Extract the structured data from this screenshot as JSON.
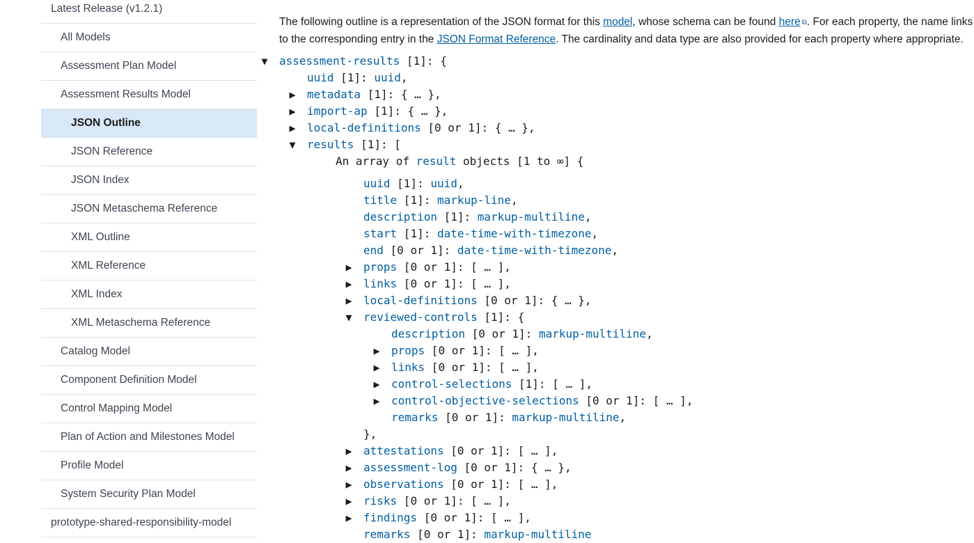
{
  "sidebar": {
    "items": [
      {
        "label": "Latest Release (v1.2.1)",
        "level": 1
      },
      {
        "label": "All Models",
        "level": 2
      },
      {
        "label": "Assessment Plan Model",
        "level": 2
      },
      {
        "label": "Assessment Results Model",
        "level": 2
      },
      {
        "label": "JSON Outline",
        "level": 3,
        "active": true
      },
      {
        "label": "JSON Reference",
        "level": 3
      },
      {
        "label": "JSON Index",
        "level": 3
      },
      {
        "label": "JSON Metaschema Reference",
        "level": 3
      },
      {
        "label": "XML Outline",
        "level": 3
      },
      {
        "label": "XML Reference",
        "level": 3
      },
      {
        "label": "XML Index",
        "level": 3
      },
      {
        "label": "XML Metaschema Reference",
        "level": 3
      },
      {
        "label": "Catalog Model",
        "level": 2
      },
      {
        "label": "Component Definition Model",
        "level": 2
      },
      {
        "label": "Control Mapping Model",
        "level": 2
      },
      {
        "label": "Plan of Action and Milestones Model",
        "level": 2
      },
      {
        "label": "Profile Model",
        "level": 2
      },
      {
        "label": "System Security Plan Model",
        "level": 2
      },
      {
        "label": "prototype-shared-responsibility-model",
        "level": 1
      }
    ]
  },
  "intro": {
    "text1": "The following outline is a representation of the JSON format for this ",
    "link_model": "model",
    "text2": ", whose schema can be found ",
    "link_here": "here",
    "ext_icon": "external-link-icon",
    "text3": ". For each property, the name links to the corresponding entry in the ",
    "link_reference": "JSON Format Reference",
    "text4": ". The cardinality and data type are also provided for each property where appropriate."
  },
  "colors": {
    "link": "#005ea2",
    "active_bg": "#d9e8f6",
    "nav_text": "#3d4551",
    "divider": "#dfe1e2"
  },
  "outline": {
    "lines": [
      {
        "toggle": "expanded",
        "indent": 0,
        "name": "assessment-results",
        "card": " [1]: ",
        "rest": "{"
      },
      {
        "toggle": null,
        "indent": 1,
        "name": "uuid",
        "card": " [1]: ",
        "type": "uuid",
        "rest": ","
      },
      {
        "toggle": "collapsed",
        "indent": 1,
        "name": "metadata",
        "card": " [1]: ",
        "rest": "{ … },"
      },
      {
        "toggle": "collapsed",
        "indent": 1,
        "name": "import-ap",
        "card": " [1]: ",
        "rest": "{ … },"
      },
      {
        "toggle": "collapsed",
        "indent": 1,
        "name": "local-definitions",
        "card": " [0 or 1]: ",
        "rest": "{ … },"
      },
      {
        "toggle": "expanded",
        "indent": 1,
        "name": "results",
        "card": " [1]: ",
        "rest": "["
      },
      {
        "toggle": null,
        "indent": 2,
        "prefix": "An array of ",
        "name": "result",
        "card": " objects [1 to ∞] ",
        "rest": "{"
      },
      {
        "toggle": null,
        "indent": 3,
        "name": "uuid",
        "card": " [1]: ",
        "type": "uuid",
        "rest": ","
      },
      {
        "toggle": null,
        "indent": 3,
        "name": "title",
        "card": " [1]: ",
        "type": "markup-line",
        "rest": ","
      },
      {
        "toggle": null,
        "indent": 3,
        "name": "description",
        "card": " [1]: ",
        "type": "markup-multiline",
        "rest": ","
      },
      {
        "toggle": null,
        "indent": 3,
        "name": "start",
        "card": " [1]: ",
        "type": "date-time-with-timezone",
        "rest": ","
      },
      {
        "toggle": null,
        "indent": 3,
        "name": "end",
        "card": " [0 or 1]: ",
        "type": "date-time-with-timezone",
        "rest": ","
      },
      {
        "toggle": "collapsed",
        "indent": 3,
        "name": "props",
        "card": " [0 or 1]: ",
        "rest": "[ … ],"
      },
      {
        "toggle": "collapsed",
        "indent": 3,
        "name": "links",
        "card": " [0 or 1]: ",
        "rest": "[ … ],"
      },
      {
        "toggle": "collapsed",
        "indent": 3,
        "name": "local-definitions",
        "card": " [0 or 1]: ",
        "rest": "{ … },"
      },
      {
        "toggle": "expanded",
        "indent": 3,
        "name": "reviewed-controls",
        "card": " [1]: ",
        "rest": "{"
      },
      {
        "toggle": null,
        "indent": 4,
        "name": "description",
        "card": " [0 or 1]: ",
        "type": "markup-multiline",
        "rest": ","
      },
      {
        "toggle": "collapsed",
        "indent": 4,
        "name": "props",
        "card": " [0 or 1]: ",
        "rest": "[ … ],"
      },
      {
        "toggle": "collapsed",
        "indent": 4,
        "name": "links",
        "card": " [0 or 1]: ",
        "rest": "[ … ],"
      },
      {
        "toggle": "collapsed",
        "indent": 4,
        "name": "control-selections",
        "card": " [1]: ",
        "rest": "[ … ],"
      },
      {
        "toggle": "collapsed",
        "indent": 4,
        "name": "control-objective-selections",
        "card": " [0 or 1]: ",
        "rest": "[ … ],"
      },
      {
        "toggle": null,
        "indent": 4,
        "name": "remarks",
        "card": " [0 or 1]: ",
        "type": "markup-multiline",
        "rest": ","
      },
      {
        "toggle": null,
        "indent": 3,
        "name": "",
        "card": "",
        "rest": "},"
      },
      {
        "toggle": "collapsed",
        "indent": 3,
        "name": "attestations",
        "card": " [0 or 1]: ",
        "rest": "[ … ],"
      },
      {
        "toggle": "collapsed",
        "indent": 3,
        "name": "assessment-log",
        "card": " [0 or 1]: ",
        "rest": "{ … },"
      },
      {
        "toggle": "collapsed",
        "indent": 3,
        "name": "observations",
        "card": " [0 or 1]: ",
        "rest": "[ … ],"
      },
      {
        "toggle": "collapsed",
        "indent": 3,
        "name": "risks",
        "card": " [0 or 1]: ",
        "rest": "[ … ],"
      },
      {
        "toggle": "collapsed",
        "indent": 3,
        "name": "findings",
        "card": " [0 or 1]: ",
        "rest": "[ … ],"
      },
      {
        "toggle": null,
        "indent": 3,
        "name": "remarks",
        "card": " [0 or 1]: ",
        "type": "markup-multiline",
        "rest": ""
      }
    ],
    "toggle_glyphs": {
      "expanded": "▼",
      "collapsed": "▶"
    }
  }
}
